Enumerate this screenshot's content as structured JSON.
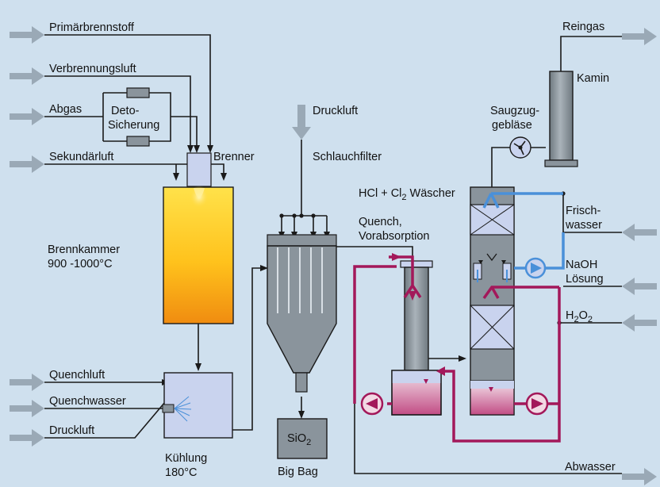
{
  "colors": {
    "background": "#cfe0ee",
    "line": "#1a1a1a",
    "arrow": "#9aa9b6",
    "vessel": "#8a949c",
    "frischwasser": "#4a90d9",
    "abwasser": "#a3185a",
    "kuehlung": "#c9d3ee"
  },
  "inputs": {
    "primaerbrennstoff": "Primärbrennstoff",
    "verbrennungsluft": "Verbrennungsluft",
    "abgas": "Abgas",
    "sekundaerluft": "Sekundärluft",
    "quenchluft": "Quenchluft",
    "quenchwasser": "Quenchwasser",
    "druckluft_unten": "Druckluft",
    "druckluft_oben": "Druckluft",
    "frischwasser_1": "Frisch-",
    "frischwasser_2": "wasser",
    "naoh_1": "NaOH",
    "naoh_2": "Lösung",
    "h2o2": "H",
    "h2o2_sub1": "2",
    "h2o2_o": "O",
    "h2o2_sub2": "2"
  },
  "outputs": {
    "reingas": "Reingas",
    "abwasser": "Abwasser"
  },
  "units": {
    "deto_1": "Deto-",
    "deto_2": "Sicherung",
    "brenner": "Brenner",
    "brennkammer_1": "Brennkammer",
    "brennkammer_2": "900 -1000°C",
    "kuehlung_1": "Kühlung",
    "kuehlung_2": "180°C",
    "schlauchfilter": "Schlauchfilter",
    "sio2": "SiO",
    "sio2_sub": "2",
    "big_bag": "Big Bag",
    "quench_1": "Quench,",
    "quench_2": "Vorabsorption",
    "waescher_a": "HCl + Cl",
    "waescher_sub": "2",
    "waescher_b": " Wäscher",
    "saugzug_1": "Saugzug-",
    "saugzug_2": "gebläse",
    "kamin": "Kamin"
  }
}
